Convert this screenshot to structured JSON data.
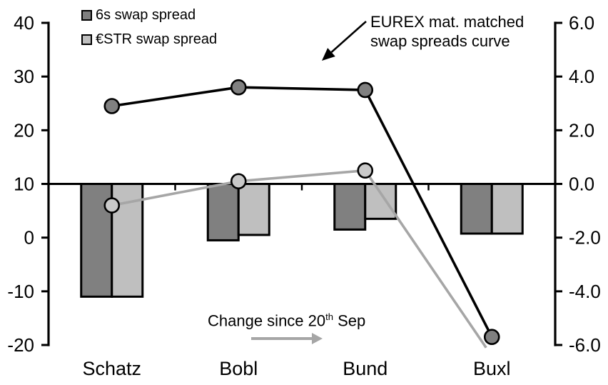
{
  "chart_data": {
    "type": "bar+line combo",
    "categories": [
      "Schatz",
      "Bobl",
      "Bund",
      "Buxl"
    ],
    "bar_series": [
      {
        "name": "6s swap spread",
        "axis": "right",
        "color": "#808080",
        "values": [
          -4.2,
          -2.1,
          -1.7,
          -1.85
        ]
      },
      {
        "name": "€STR swap spread",
        "axis": "right",
        "color": "#bfbfbf",
        "values": [
          -4.2,
          -1.9,
          -1.3,
          -1.85
        ]
      }
    ],
    "line_series": [
      {
        "name": "EUREX mat. matched swap spreads curve (6s)",
        "axis": "left",
        "color": "#000000",
        "marker_fill": "#808080",
        "values": [
          24.5,
          28.0,
          27.5,
          -18.5
        ],
        "markers": [
          true,
          true,
          true,
          true
        ]
      },
      {
        "name": "EUREX mat. matched swap spreads curve (€STR)",
        "axis": "left",
        "color": "#a6a6a6",
        "marker_fill": "#c9c9c9",
        "values": [
          6.0,
          10.5,
          12.5,
          -20.5
        ],
        "markers": [
          true,
          true,
          true,
          false
        ]
      }
    ],
    "left_axis": {
      "min": -20,
      "max": 40,
      "step": 10,
      "ticks": [
        "40",
        "30",
        "20",
        "10",
        "0",
        "-10",
        "-20"
      ]
    },
    "right_axis": {
      "min": -6.0,
      "max": 6.0,
      "step": 2.0,
      "ticks": [
        "6.0",
        "4.0",
        "2.0",
        "0.0",
        "-2.0",
        "-4.0",
        "-6.0"
      ]
    },
    "baseline_left_value": 10,
    "annotation": {
      "text": "EUREX mat. matched swap spreads curve",
      "lines": [
        "EUREX mat. matched",
        "swap spreads curve"
      ]
    },
    "change_note": {
      "prefix": "Change since 20",
      "sup": "th",
      "suffix": " Sep"
    },
    "legend_position": "top-left",
    "grid": false
  }
}
